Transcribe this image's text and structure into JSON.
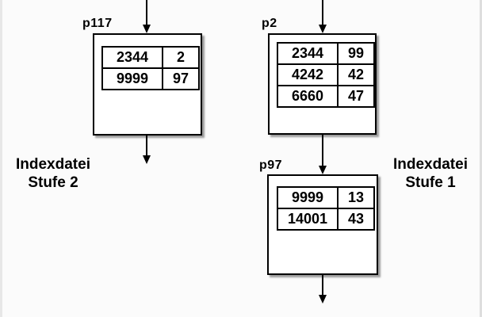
{
  "diagram": {
    "title_meaning": "index file levels",
    "side_labels": {
      "level2": {
        "line1": "Indexdatei",
        "line2": "Stufe 2"
      },
      "level1": {
        "line1": "Indexdatei",
        "line2": "Stufe 1"
      }
    },
    "nodes": {
      "p117": {
        "label": "p117",
        "rows": [
          [
            "2344",
            "2"
          ],
          [
            "9999",
            "97"
          ]
        ]
      },
      "p2": {
        "label": "p2",
        "rows": [
          [
            "2344",
            "99"
          ],
          [
            "4242",
            "42"
          ],
          [
            "6660",
            "47"
          ]
        ]
      },
      "p97": {
        "label": "p97",
        "rows": [
          [
            "9999",
            "13"
          ],
          [
            "14001",
            "43"
          ]
        ]
      }
    },
    "colors": {
      "stroke": "#000000",
      "box_fill": "#ffffff",
      "shadow": "#a0a0a0",
      "background": "#fbfbfb",
      "edge_shade": "#e2e2e2"
    }
  }
}
